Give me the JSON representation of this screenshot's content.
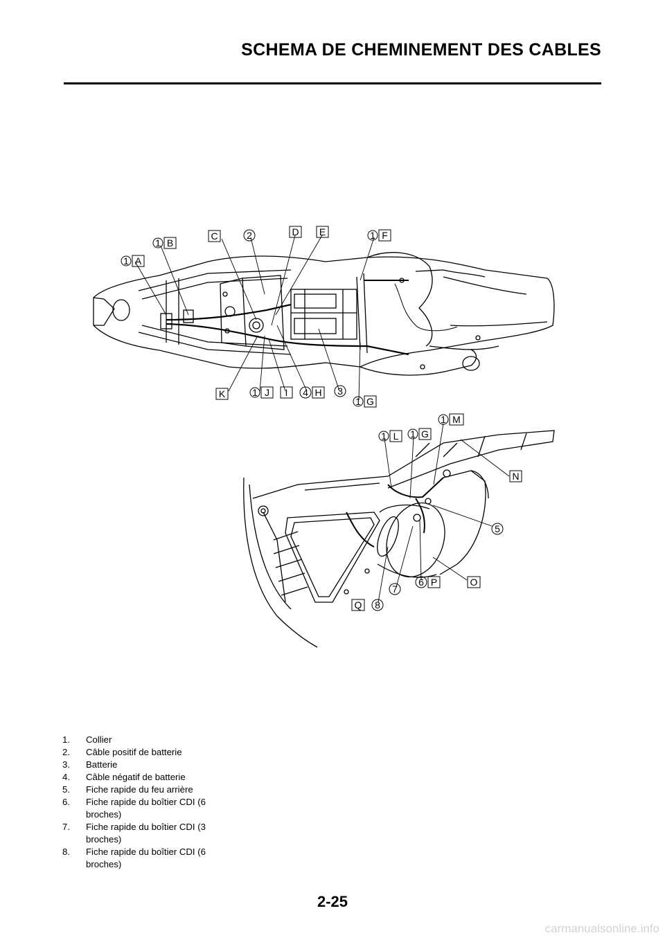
{
  "header": {
    "title": "SCHEMA DE CHEMINEMENT DES CABLES"
  },
  "diagram_top": {
    "callouts": [
      {
        "num": "1",
        "letter": "A"
      },
      {
        "num": "1",
        "letter": "B"
      },
      {
        "num": "",
        "letter": "C"
      },
      {
        "num": "2",
        "letter": ""
      },
      {
        "num": "",
        "letter": "D"
      },
      {
        "num": "",
        "letter": "E"
      },
      {
        "num": "1",
        "letter": "F"
      },
      {
        "num": "",
        "letter": "K"
      },
      {
        "num": "1",
        "letter": "J"
      },
      {
        "num": "",
        "letter": "I"
      },
      {
        "num": "4",
        "letter": "H"
      },
      {
        "num": "3",
        "letter": ""
      },
      {
        "num": "1",
        "letter": "G"
      }
    ]
  },
  "diagram_bottom": {
    "callouts": [
      {
        "num": "1",
        "letter": "M"
      },
      {
        "num": "1",
        "letter": "L"
      },
      {
        "num": "1",
        "letter": "G"
      },
      {
        "num": "",
        "letter": "N"
      },
      {
        "num": "5",
        "letter": ""
      },
      {
        "num": "6",
        "letter": "P"
      },
      {
        "num": "",
        "letter": "O"
      },
      {
        "num": "7",
        "letter": ""
      },
      {
        "num": "",
        "letter": "Q"
      },
      {
        "num": "8",
        "letter": ""
      }
    ]
  },
  "legend": [
    {
      "num": "1.",
      "text": "Collier"
    },
    {
      "num": "2.",
      "text": "Câble positif de batterie"
    },
    {
      "num": "3.",
      "text": "Batterie"
    },
    {
      "num": "4.",
      "text": "Câble négatif de batterie"
    },
    {
      "num": "5.",
      "text": "Fiche rapide du feu arrière"
    },
    {
      "num": "6.",
      "text": "Fiche rapide du boîtier CDI (6 broches)"
    },
    {
      "num": "7.",
      "text": "Fiche rapide du boîtier CDI (3 broches)"
    },
    {
      "num": "8.",
      "text": "Fiche rapide du boîtier CDI (6 broches)"
    }
  ],
  "footer": {
    "page_number": "2-25",
    "watermark": "carmanualsonline.info"
  }
}
